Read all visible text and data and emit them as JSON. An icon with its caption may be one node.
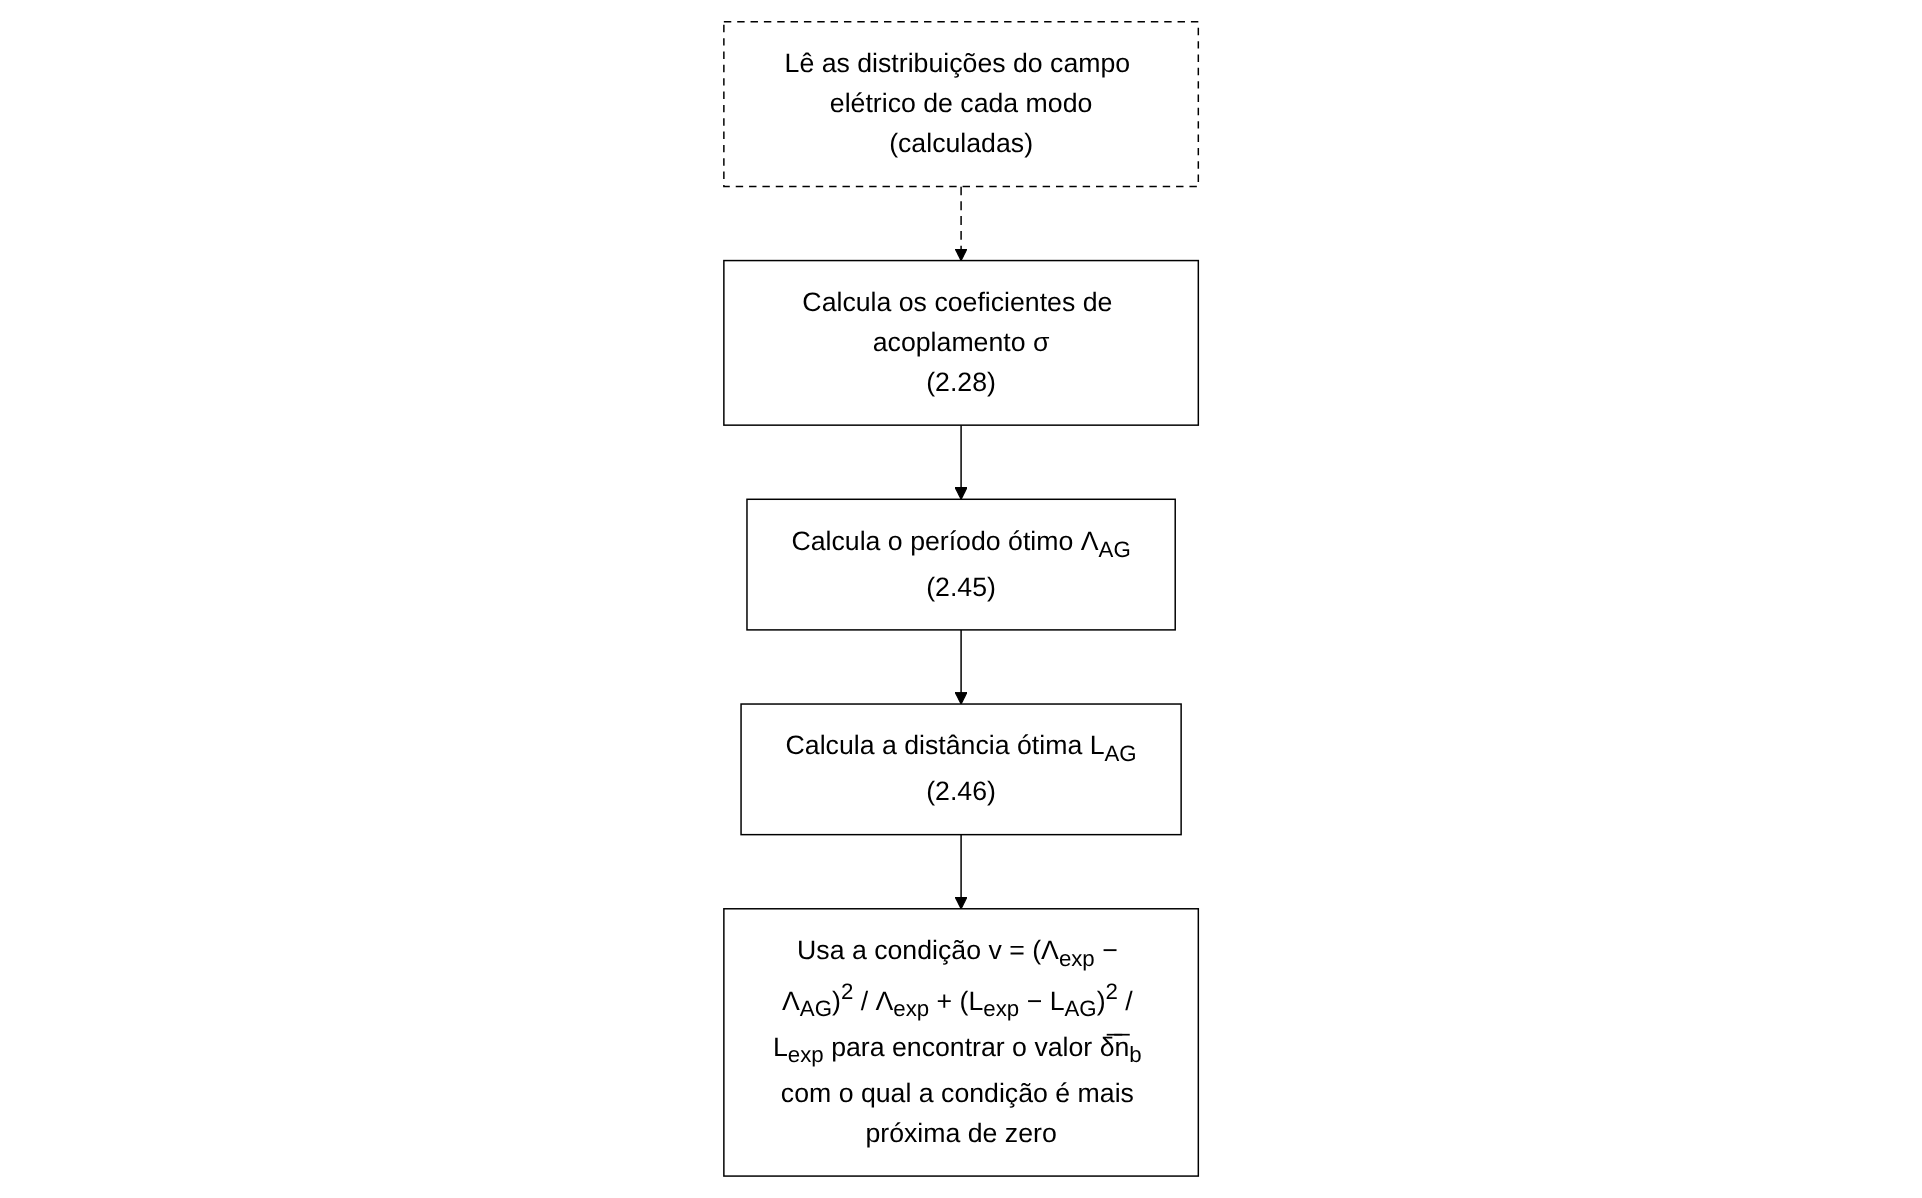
{
  "diagram": {
    "nodes": [
      {
        "text": [
          "Lê as distribuições do campo elétrico de cada modo",
          "(calculadas)"
        ]
      },
      {
        "text": [
          "Calcula os coeficientes de acoplamento σ",
          "(2.28)"
        ]
      },
      {
        "text": [
          "Calcula o período ótimo Λ$_{AG}$",
          "(2.45)"
        ]
      },
      {
        "text": [
          "Calcula a distância ótima L$_{AG}$",
          "(2.46)"
        ]
      },
      {
        "text": [
          "Usa a condição v = (Λ$_{exp}$ − Λ$_{AG}$)$^{2}$ / Λ$_{exp}$ + (L$_{exp}$ − L$_{AG}$)$^{2}$ / L$_{exp}$ para encontrar o valor δ̅n̅$_{b}$ com o qual a condição é mais próxima de zero"
        ]
      }
    ],
    "edges": [
      {
        "from": 0,
        "to": 1,
        "arrow": "to",
        "style": "dashed"
      },
      {
        "from": 1,
        "to": 2,
        "arrow": "to"
      },
      {
        "from": 2,
        "to": 3,
        "arrow": "to"
      },
      {
        "from": 3,
        "to": 4,
        "arrow": "to"
      }
    ]
  }
}
